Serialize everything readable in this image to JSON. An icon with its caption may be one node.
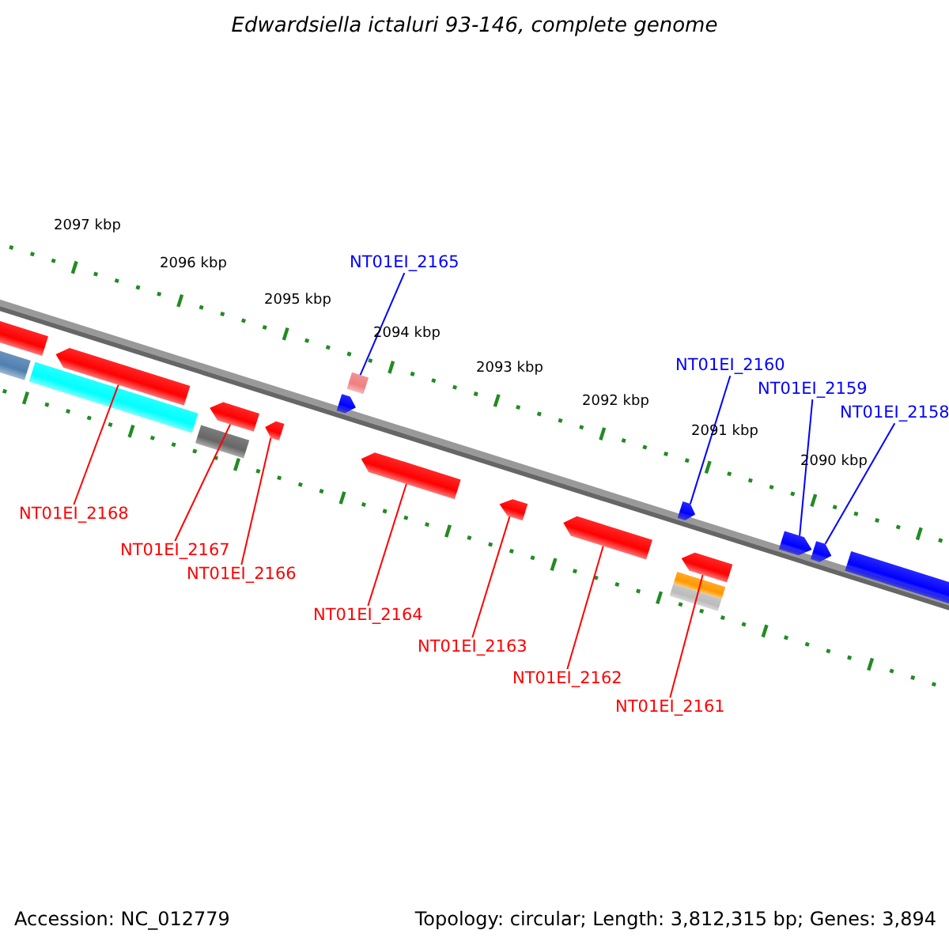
{
  "diagram": {
    "title": "Edwardsiella ictaluri 93-146, complete genome",
    "nodes": [
      {
        "text": [
          "NT01EI_2165"
        ]
      },
      {
        "text": [
          "NT01EI_2160"
        ]
      },
      {
        "text": [
          "NT01EI_2159"
        ]
      },
      {
        "text": [
          "NT01EI_2158"
        ]
      },
      {
        "text": [
          "NT01EI_2168"
        ]
      },
      {
        "text": [
          "NT01EI_2167"
        ]
      },
      {
        "text": [
          "NT01EI_2166"
        ]
      },
      {
        "text": [
          "NT01EI_2164"
        ]
      },
      {
        "text": [
          "NT01EI_2163"
        ]
      },
      {
        "text": [
          "NT01EI_2162"
        ]
      },
      {
        "text": [
          "NT01EI_2161"
        ]
      },
      {
        "text": [],
        "shape": "pentagon"
      },
      {
        "text": [],
        "shape": "bar"
      },
      {
        "text": [],
        "shape": "pentagon"
      },
      {
        "text": [],
        "shape": "bar"
      },
      {
        "text": [],
        "shape": "pentagon"
      },
      {
        "text": [],
        "shape": "bar"
      },
      {
        "text": [],
        "shape": "pentagon"
      },
      {
        "text": [],
        "shape": "pentagon"
      },
      {
        "text": [],
        "shape": "bar"
      },
      {
        "text": [],
        "shape": "pentagon"
      },
      {
        "text": [],
        "shape": "pentagon"
      },
      {
        "text": [],
        "shape": "pentagon"
      },
      {
        "text": [],
        "shape": "pentagon"
      },
      {
        "text": [],
        "shape": "pentagon"
      },
      {
        "text": [],
        "shape": "bar"
      },
      {
        "text": [],
        "shape": "bar"
      },
      {
        "text": [],
        "shape": "pentagon"
      },
      {
        "text": [],
        "shape": "pentagon"
      },
      {
        "text": [],
        "shape": "bar"
      }
    ],
    "edges": [
      {
        "from": 0,
        "to": 19,
        "arrow": "none",
        "color": "#0000ff"
      },
      {
        "from": 1,
        "to": 23,
        "arrow": "none",
        "color": "#0000ff"
      },
      {
        "from": 2,
        "to": 27,
        "arrow": "none",
        "color": "#0000ff"
      },
      {
        "from": 3,
        "to": 28,
        "arrow": "none",
        "color": "#0000ff"
      },
      {
        "from": 4,
        "to": 13,
        "arrow": "none"
      },
      {
        "from": 5,
        "to": 15,
        "arrow": "none"
      },
      {
        "from": 6,
        "to": 17,
        "arrow": "none"
      },
      {
        "from": 7,
        "to": 20,
        "arrow": "none"
      },
      {
        "from": 8,
        "to": 21,
        "arrow": "none"
      },
      {
        "from": 9,
        "to": 22,
        "arrow": "none"
      },
      {
        "from": 10,
        "to": 24,
        "arrow": "none"
      }
    ],
    "labels": [
      "2097 kbp",
      "2096 kbp",
      "2095 kbp",
      "2094 kbp",
      "2093 kbp",
      "2092 kbp",
      "2091 kbp",
      "2090 kbp",
      "Accession: NC_012779",
      "Topology: circular; Length: 3,812,315 bp; Genes: 3,894"
    ]
  }
}
